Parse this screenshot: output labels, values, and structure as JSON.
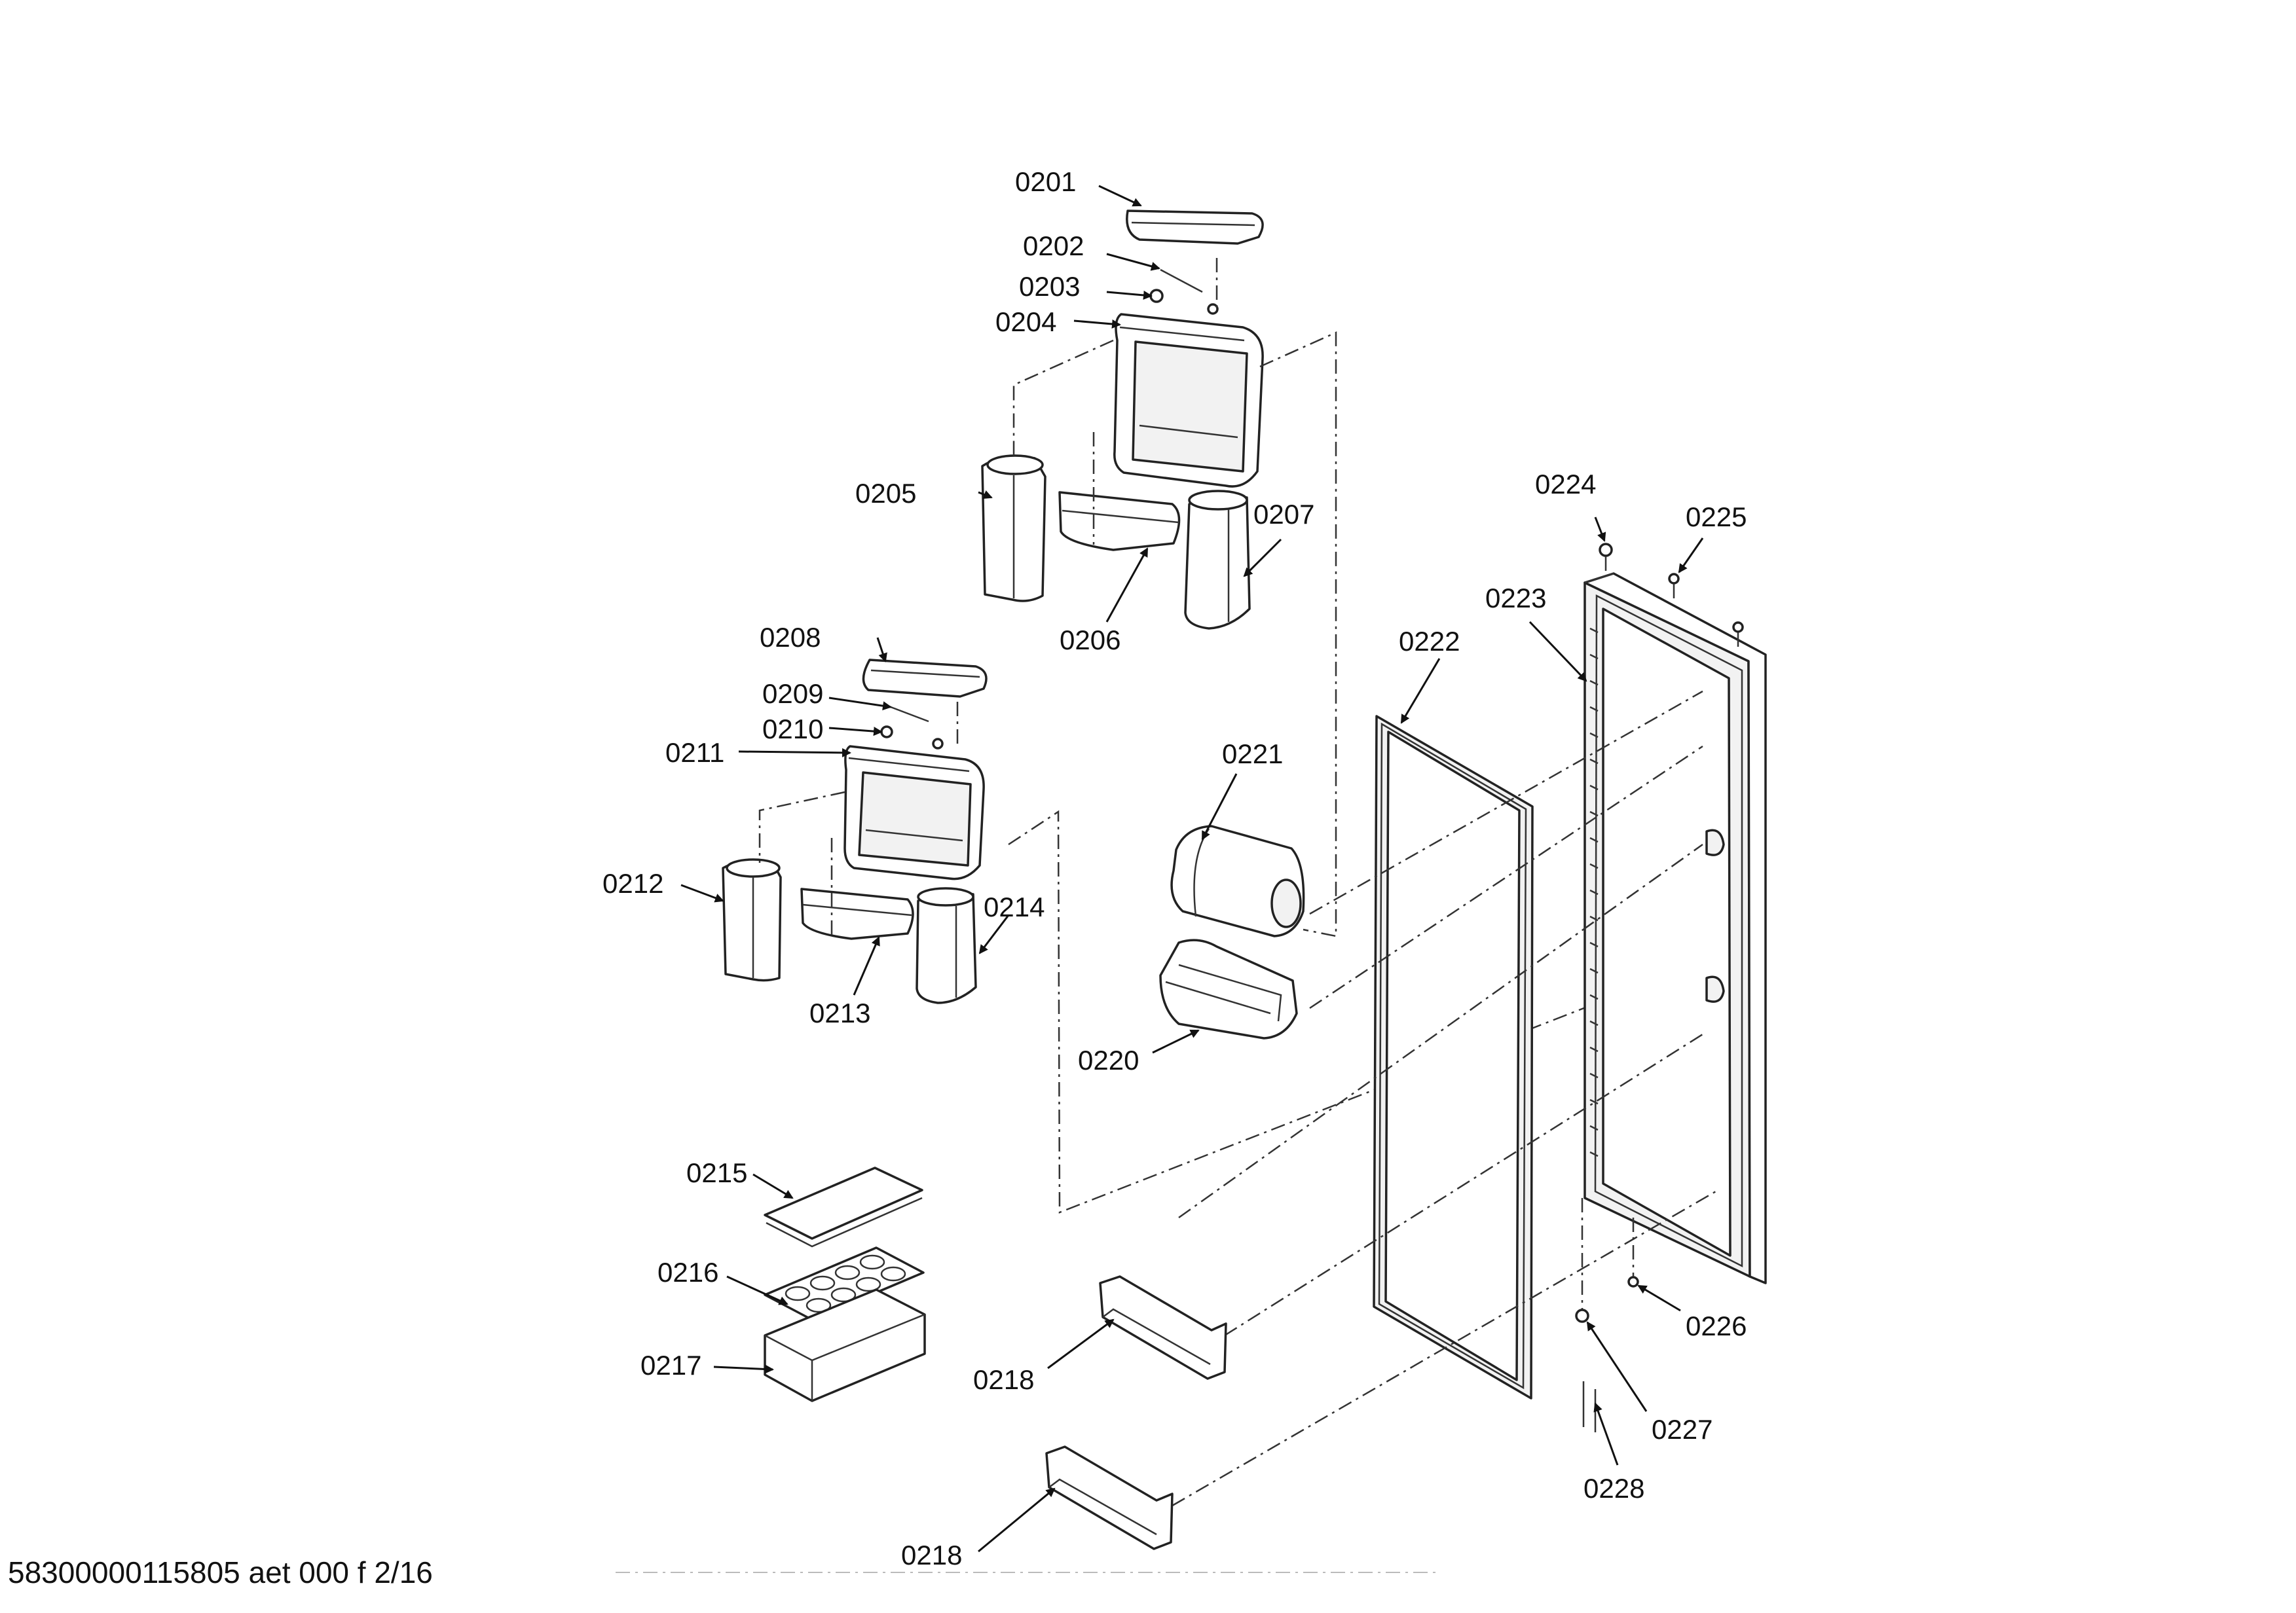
{
  "footer_text": "58300000115805 aet 000 f 2/16",
  "callouts": {
    "c0201": "0201",
    "c0202": "0202",
    "c0203": "0203",
    "c0204": "0204",
    "c0205": "0205",
    "c0206": "0206",
    "c0207": "0207",
    "c0208": "0208",
    "c0209": "0209",
    "c0210": "0210",
    "c0211": "0211",
    "c0212": "0212",
    "c0213": "0213",
    "c0214": "0214",
    "c0215": "0215",
    "c0216": "0216",
    "c0217": "0217",
    "c0218a": "0218",
    "c0218b": "0218",
    "c0220": "0220",
    "c0221": "0221",
    "c0222": "0222",
    "c0223": "0223",
    "c0224": "0224",
    "c0225": "0225",
    "c0226": "0226",
    "c0227": "0227",
    "c0228": "0228"
  },
  "colors": {
    "line": "#222222",
    "text": "#111111",
    "background": "#ffffff"
  }
}
